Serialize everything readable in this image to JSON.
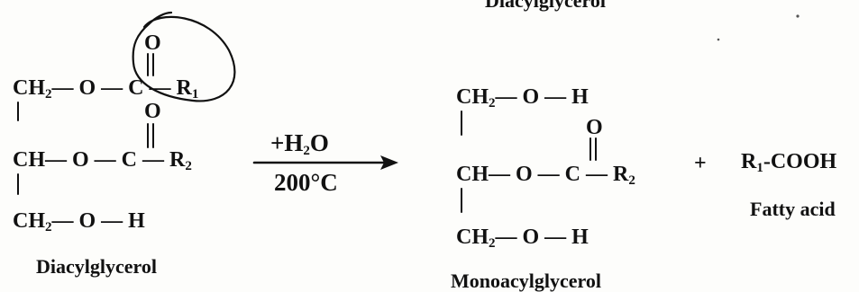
{
  "header": {
    "cut_label": "Diacylglycerol"
  },
  "reactant": {
    "row1_left": "CH",
    "row1_sub": "2",
    "row1_right": "— O — C — R",
    "row1_r_sub": "1",
    "carbonyl1_o": "O",
    "row2_left": "CH",
    "row2_right": "— O — C — R",
    "row2_r_sub": "2",
    "carbonyl2_o": "O",
    "row3_left": "CH",
    "row3_sub": "2",
    "row3_right": "— O — H",
    "name": "Diacylglycerol"
  },
  "conditions": {
    "reagent_prefix": "+H",
    "reagent_sub": "2",
    "reagent_suffix": "O",
    "temperature": "200°C"
  },
  "product": {
    "row1_left": "CH",
    "row1_sub": "2",
    "row1_right": "— O — H",
    "row2_left": "CH",
    "row2_right": "— O — C — R",
    "row2_r_sub": "2",
    "carbonyl_o": "O",
    "row3_left": "CH",
    "row3_sub": "2",
    "row3_right": "— O — H",
    "name": "Monoacylglycerol"
  },
  "plus_sign": "+",
  "byproduct": {
    "formula_prefix": "R",
    "formula_sub": "1",
    "formula_suffix": "-COOH",
    "name": "Fatty acid"
  },
  "colors": {
    "ink": "#111111",
    "paper": "#fdfdfb"
  }
}
